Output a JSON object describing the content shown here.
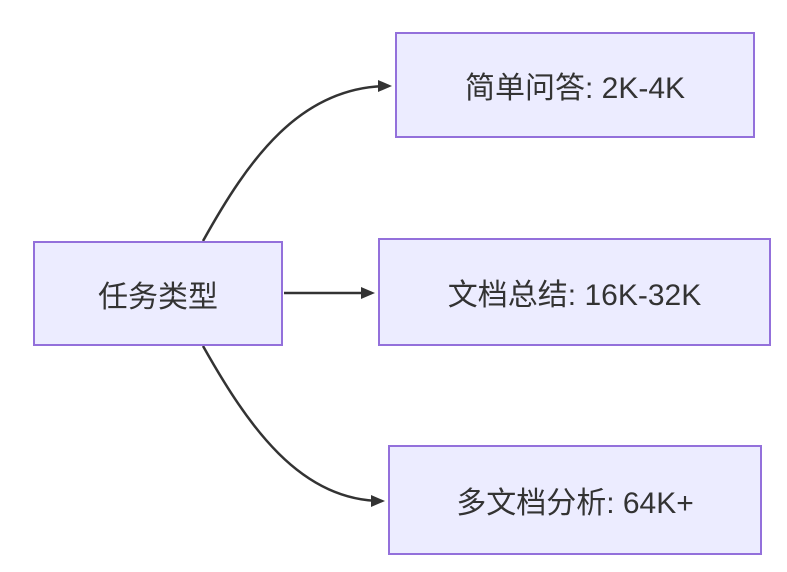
{
  "diagram": {
    "type": "flowchart-LR",
    "root": {
      "id": "task-type",
      "label": "任务类型"
    },
    "children": [
      {
        "id": "simple-qa",
        "label": "简单问答: 2K-4K"
      },
      {
        "id": "doc-summary",
        "label": "文档总结: 16K-32K"
      },
      {
        "id": "multi-doc",
        "label": "多文档分析: 64K+"
      }
    ],
    "edges": [
      {
        "from": "任务类型",
        "to": "简单问答: 2K-4K"
      },
      {
        "from": "任务类型",
        "to": "文档总结: 16K-32K"
      },
      {
        "from": "任务类型",
        "to": "多文档分析: 64K+"
      }
    ],
    "colors": {
      "node_fill": "#ECECFF",
      "node_border": "#9370DB",
      "edge_stroke": "#333333",
      "text": "#333333",
      "background": "#FFFFFF"
    }
  }
}
